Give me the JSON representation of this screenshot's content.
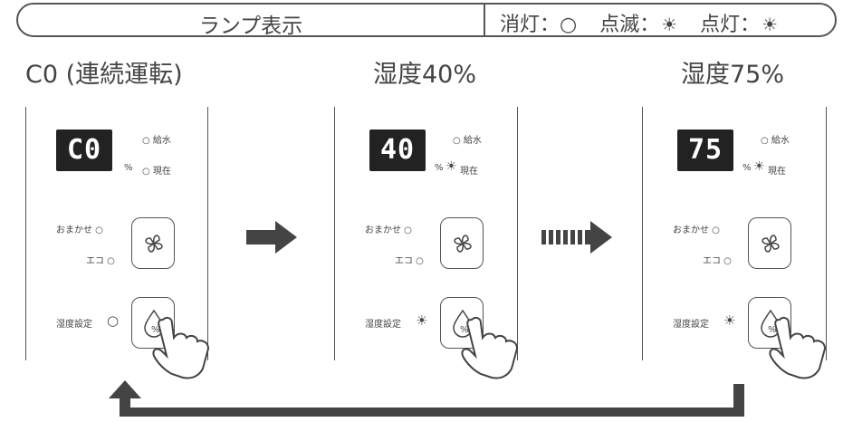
{
  "legend": {
    "title": "ランプ表示",
    "off_label": "消灯：○",
    "blink_label": "点滅：",
    "on_label": "点灯：",
    "sun_glyph": "☀"
  },
  "steps": [
    {
      "title": "C0 (連続運転)",
      "display": "C0",
      "humidity_lamp": "○"
    },
    {
      "title": "湿度40%",
      "display": "40",
      "humidity_lamp": "☀"
    },
    {
      "title": "湿度75%",
      "display": "75",
      "humidity_lamp": "☀"
    }
  ],
  "panel_labels": {
    "water": "○ 給水",
    "current": "現在",
    "percent": "%",
    "omakase": "おまかせ ○",
    "eco": "エコ ○",
    "humidity_set": "湿度設定"
  },
  "colors": {
    "ink": "#444444",
    "display_bg": "#222222"
  }
}
